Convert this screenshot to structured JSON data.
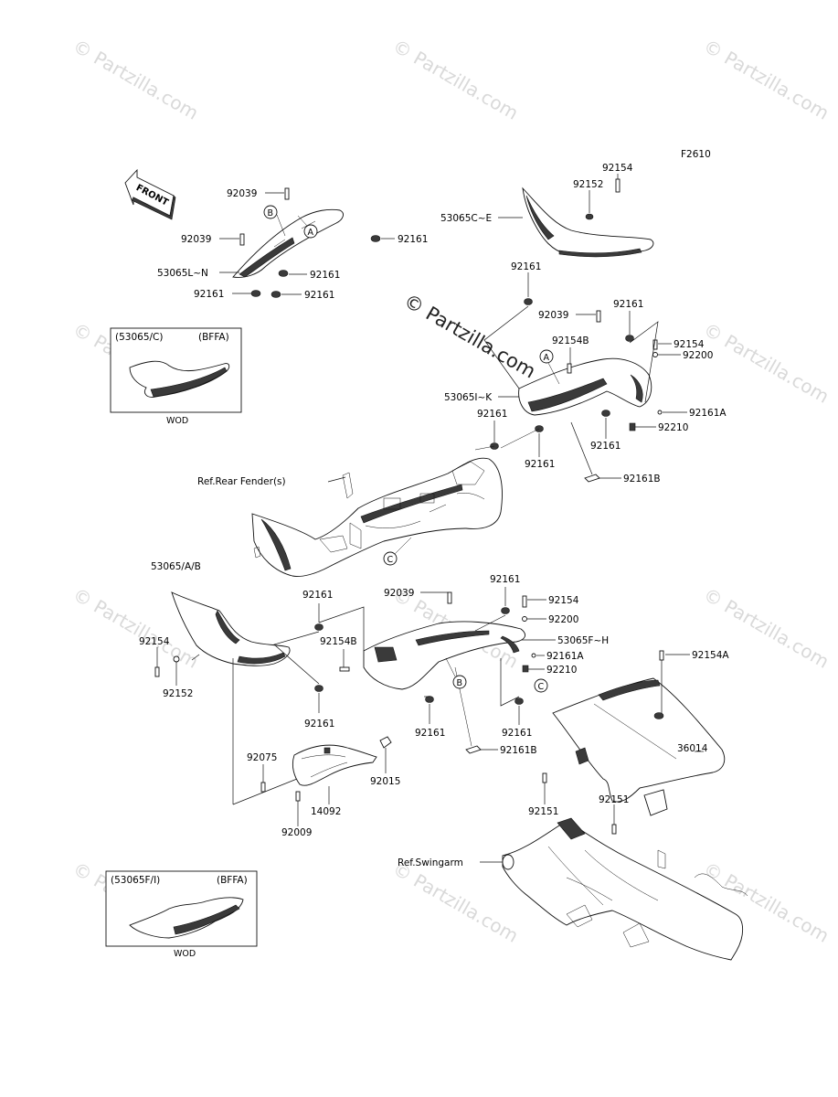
{
  "figure_code": "F2610",
  "watermark": "© Partzilla.com",
  "watermark_small": "Partzilla.com",
  "front_label": "FRONT",
  "callouts": {
    "A": "A",
    "B": "B",
    "C": "C"
  },
  "insets": [
    {
      "code": "(53065/C)",
      "variant": "(BFFA)",
      "caption": "WOD"
    },
    {
      "code": "(53065F/I)",
      "variant": "(BFFA)",
      "caption": "WOD"
    }
  ],
  "labels": {
    "l_92154_top": "92154",
    "l_92152_top": "92152",
    "l_53065CE": "53065C~E",
    "l_92039_a": "92039",
    "l_92039_b": "92039",
    "l_92161_a": "92161",
    "l_53065LN": "53065L~N",
    "l_92161_b": "92161",
    "l_92161_c": "92161",
    "l_92161_d": "92161",
    "l_92161_e": "92161",
    "l_92039_c": "92039",
    "l_92161_f": "92161",
    "l_92154B_a": "92154B",
    "l_92154_r": "92154",
    "l_92200_r": "92200",
    "l_53065IK": "53065I~K",
    "l_92161A_r": "92161A",
    "l_92161_g": "92161",
    "l_92210_r": "92210",
    "l_92161_h": "92161",
    "l_92161_i": "92161",
    "l_92161B_r": "92161B",
    "l_ref_rear_fender": "Ref.Rear Fender(s)",
    "l_53065AB": "53065/A/B",
    "l_92161_j": "92161",
    "l_92039_d": "92039",
    "l_92161_k": "92161",
    "l_92154_m": "92154",
    "l_92200_m": "92200",
    "l_53065FH": "53065F~H",
    "l_92154_l": "92154",
    "l_92154B_b": "92154B",
    "l_92161A_m": "92161A",
    "l_92210_m": "92210",
    "l_92154A": "92154A",
    "l_92152_l": "92152",
    "l_92161_l": "92161",
    "l_92161_m": "92161",
    "l_92161_n": "92161",
    "l_92161B_m": "92161B",
    "l_36014": "36014",
    "l_92075": "92075",
    "l_92015": "92015",
    "l_14092": "14092",
    "l_92009": "92009",
    "l_92151_a": "92151",
    "l_92151_b": "92151",
    "l_ref_swingarm": "Ref.Swingarm"
  }
}
